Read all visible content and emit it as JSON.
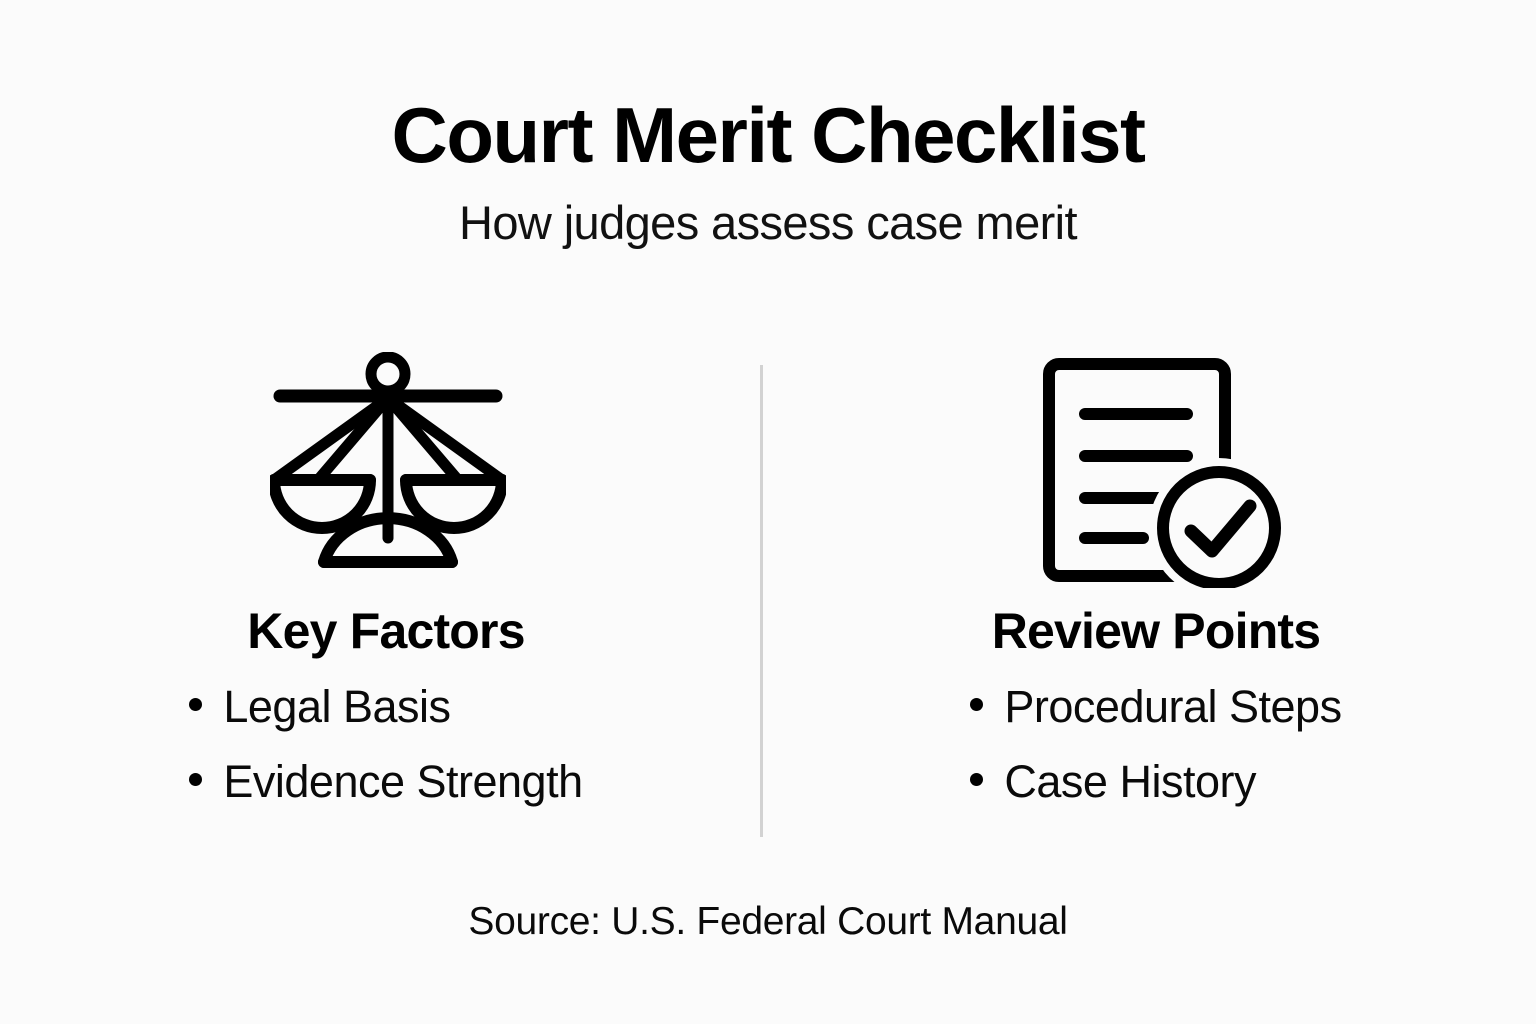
{
  "header": {
    "title": "Court Merit Checklist",
    "subtitle": "How judges assess case merit"
  },
  "columns": [
    {
      "icon": "scales-of-justice-icon",
      "heading": "Key Factors",
      "bullets": [
        "Legal Basis",
        "Evidence Strength"
      ]
    },
    {
      "icon": "document-check-icon",
      "heading": "Review Points",
      "bullets": [
        "Procedural Steps",
        "Case History"
      ]
    }
  ],
  "footer": {
    "source": "Source: U.S. Federal Court Manual"
  },
  "style": {
    "background": "#fbfbfb",
    "ink": "#000000",
    "divider": "#d2d2d2"
  }
}
